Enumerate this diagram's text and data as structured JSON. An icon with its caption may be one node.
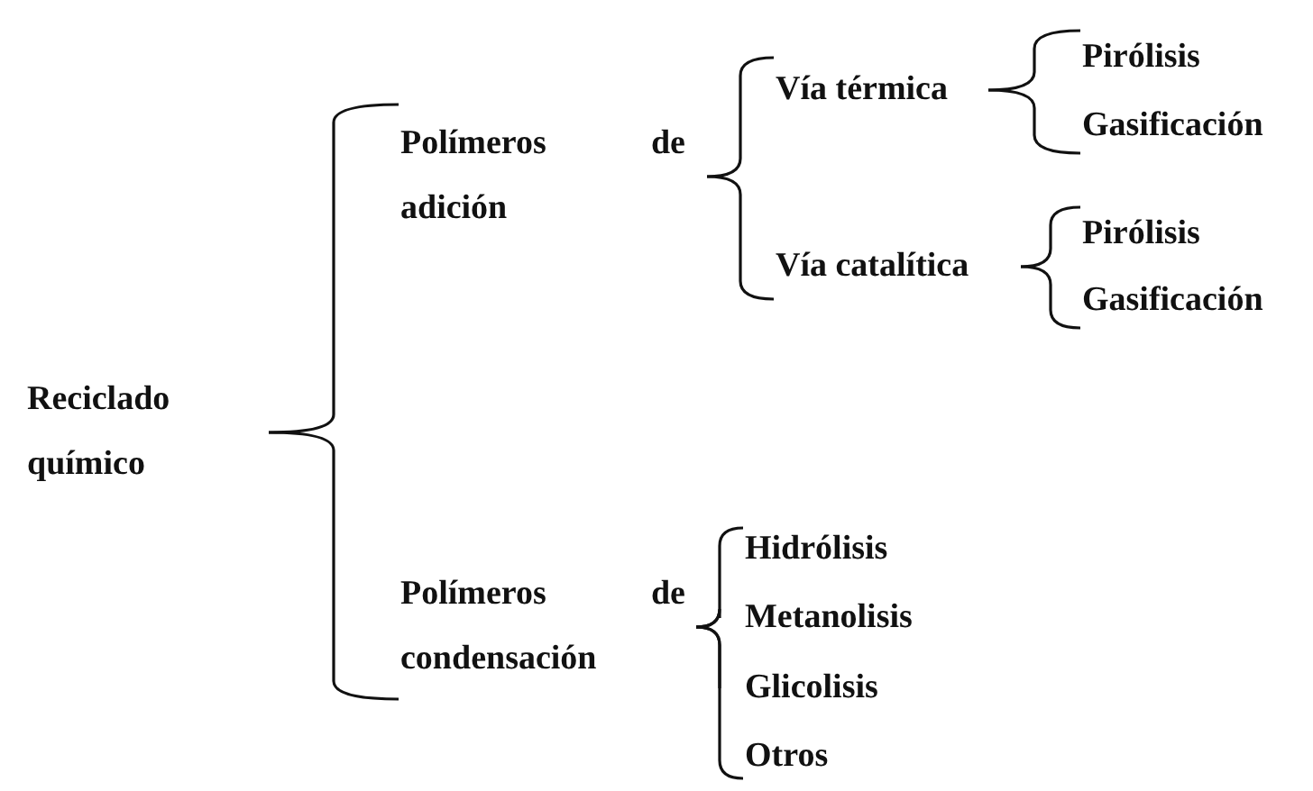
{
  "diagram": {
    "nodes": [
      {
        "text": [
          "Reciclado químico"
        ]
      },
      {
        "text": [
          "Polímeros de adición"
        ]
      },
      {
        "text": [
          "Polímeros de condensación"
        ]
      },
      {
        "text": [
          "Vía térmica"
        ]
      },
      {
        "text": [
          "Vía catalítica"
        ]
      },
      {
        "text": [
          "Pirólisis"
        ]
      },
      {
        "text": [
          "Gasificación"
        ]
      },
      {
        "text": [
          "Pirólisis"
        ]
      },
      {
        "text": [
          "Gasificación"
        ]
      },
      {
        "text": [
          "Hidrólisis"
        ]
      },
      {
        "text": [
          "Metanolisis"
        ]
      },
      {
        "text": [
          "Glicolisis"
        ]
      },
      {
        "text": [
          "Otros"
        ]
      }
    ],
    "edges": [
      {
        "from": 0,
        "to": 1,
        "arrow": "none"
      },
      {
        "from": 0,
        "to": 2,
        "arrow": "none"
      },
      {
        "from": 1,
        "to": 3,
        "arrow": "none"
      },
      {
        "from": 1,
        "to": 4,
        "arrow": "none"
      },
      {
        "from": 3,
        "to": 5,
        "arrow": "none"
      },
      {
        "from": 3,
        "to": 6,
        "arrow": "none"
      },
      {
        "from": 4,
        "to": 7,
        "arrow": "none"
      },
      {
        "from": 4,
        "to": 8,
        "arrow": "none"
      },
      {
        "from": 2,
        "to": 9,
        "arrow": "none"
      },
      {
        "from": 2,
        "to": 10,
        "arrow": "none"
      },
      {
        "from": 2,
        "to": 11,
        "arrow": "none"
      },
      {
        "from": 2,
        "to": 12,
        "arrow": "none"
      }
    ]
  }
}
